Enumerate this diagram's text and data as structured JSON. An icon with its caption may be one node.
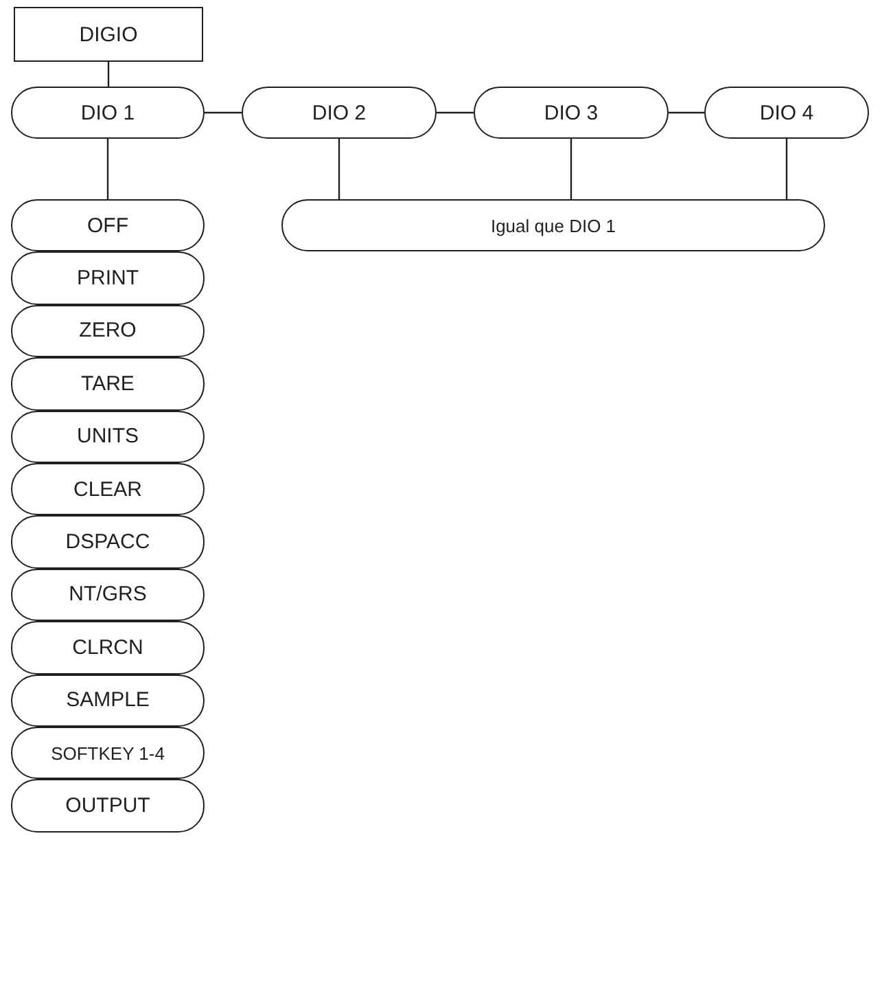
{
  "diagram": {
    "nodes": [
      {
        "text": [
          "DIGIO"
        ]
      },
      {
        "text": [
          "DIO 1"
        ]
      },
      {
        "text": [
          "DIO 2"
        ]
      },
      {
        "text": [
          "DIO 3"
        ]
      },
      {
        "text": [
          "DIO 4"
        ]
      },
      {
        "text": [
          "Igual que DIO 1"
        ]
      },
      {
        "text": [
          "OFF"
        ]
      },
      {
        "text": [
          "PRINT"
        ]
      },
      {
        "text": [
          "ZERO"
        ]
      },
      {
        "text": [
          "TARE"
        ]
      },
      {
        "text": [
          "UNITS"
        ]
      },
      {
        "text": [
          "CLEAR"
        ]
      },
      {
        "text": [
          "DSPACC"
        ]
      },
      {
        "text": [
          "NT/GRS"
        ]
      },
      {
        "text": [
          "CLRCN"
        ]
      },
      {
        "text": [
          "SAMPLE"
        ]
      },
      {
        "text": [
          "SOFTKEY 1-4"
        ]
      },
      {
        "text": [
          "OUTPUT"
        ]
      }
    ],
    "edges": [
      {
        "from": 0,
        "to": 1,
        "arrow": "none"
      },
      {
        "from": 1,
        "to": 2,
        "arrow": "none"
      },
      {
        "from": 2,
        "to": 3,
        "arrow": "none"
      },
      {
        "from": 3,
        "to": 4,
        "arrow": "none"
      },
      {
        "from": 1,
        "to": 6,
        "arrow": "none"
      },
      {
        "from": 2,
        "to": 5,
        "arrow": "none"
      },
      {
        "from": 3,
        "to": 5,
        "arrow": "none"
      },
      {
        "from": 4,
        "to": 5,
        "arrow": "none"
      }
    ]
  }
}
